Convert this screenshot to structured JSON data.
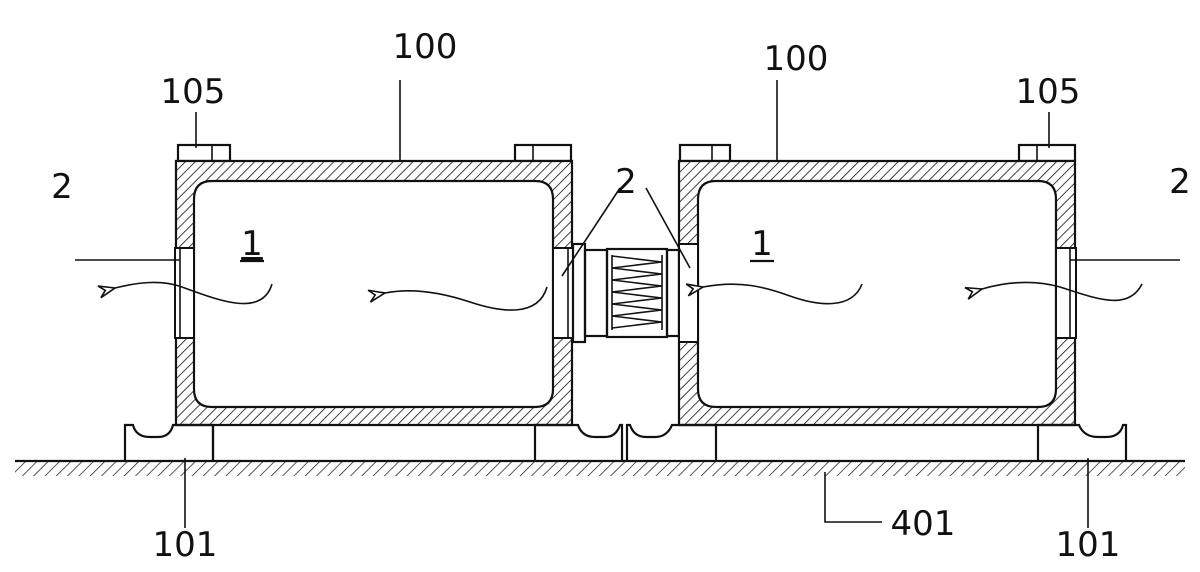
{
  "labels": {
    "housing_left": "100",
    "housing_right": "100",
    "cap_left": "105",
    "cap_right": "105",
    "port_far_left": "2",
    "port_middle": "2",
    "port_far_right": "2",
    "chamber_left": "1",
    "chamber_right": "1",
    "foot_left": "101",
    "foot_right": "101",
    "ground": "401"
  },
  "colors": {
    "line": "#111111",
    "background": "#ffffff"
  }
}
